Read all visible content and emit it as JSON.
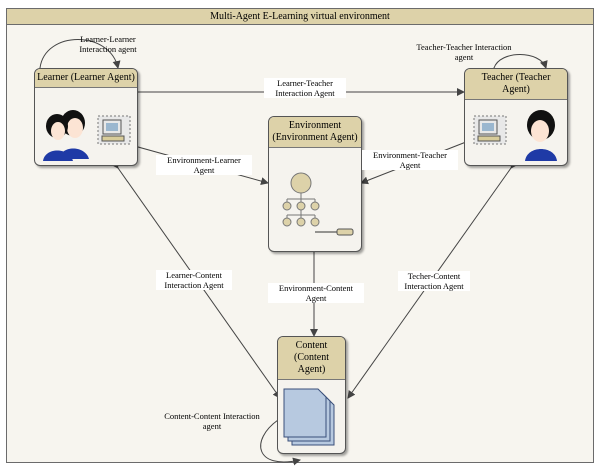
{
  "environment": {
    "title": "Multi-Agent E-Learning virtual environment"
  },
  "agents": {
    "learner": "Learner (Learner Agent)",
    "teacher": "Teacher (Teacher Agent)",
    "environment": "Environment (Environment Agent)",
    "content": "Content (Content Agent)"
  },
  "interactions": {
    "learner_learner": "Learner-Learner Interaction agent",
    "teacher_teacher": "Teacher-Teacher Interaction agent",
    "learner_teacher": "Learner-Teacher Interaction Agent",
    "environment_learner": "Environment-Learner Agent",
    "environment_teacher": "Environment-Teacher Agent",
    "learner_content": "Learner-Content Interaction Agent",
    "environment_content": "Environment-Content Agent",
    "teacher_content": "Techer-Content Interaction Agent",
    "content_content": "Content-Content Interaction agent"
  },
  "icons": [
    "people-icon",
    "computer-icon",
    "hierarchy-icon",
    "pen-icon",
    "documents-icon"
  ]
}
